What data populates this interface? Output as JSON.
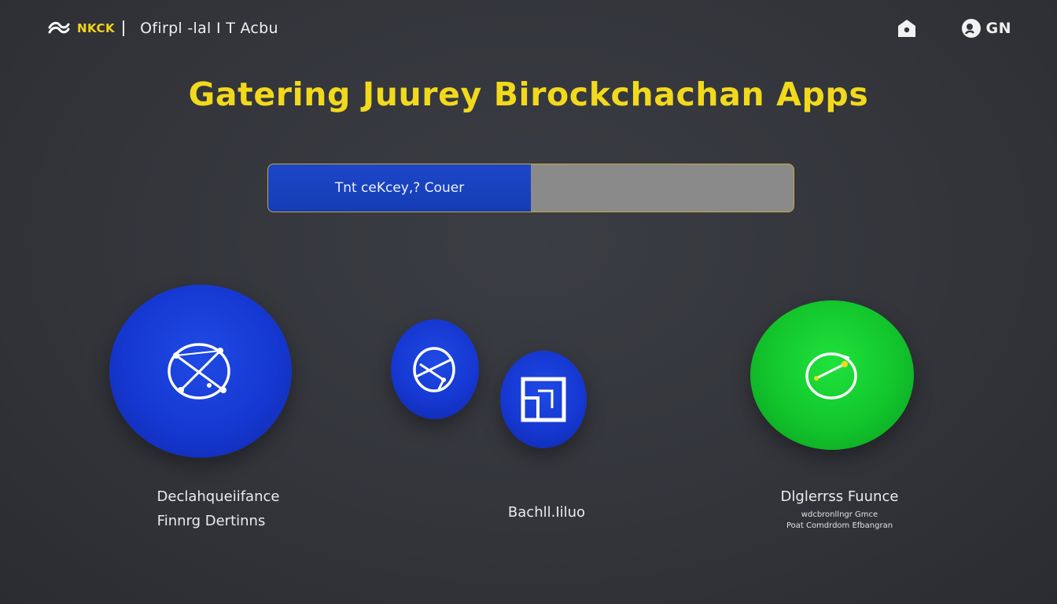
{
  "nav": {
    "brand": "NKCK",
    "tagline": "Ofirpl -lal  I T  Acbu",
    "login_label": "GN"
  },
  "hero": {
    "title": "Gatering  Juurey Birockchachan Apps"
  },
  "cta": {
    "label": "Tnt ceKcey,? Couer",
    "progress_percent": 50
  },
  "features": {
    "item1": {
      "title": "Declahqueiifance",
      "subtitle": "Finnrg Dertinns",
      "icon": "network-node-icon"
    },
    "item2": {
      "title": "Bachll.Iiluo",
      "icon_left": "chart-ring-icon",
      "icon_right": "frame-icon"
    },
    "item3": {
      "title": "Dlglerrss Fuunce",
      "detail_1": "wdcbronllngr Gmce",
      "detail_2": "Poat Comdrdom  Efbangran",
      "icon": "gauge-icon"
    }
  },
  "colors": {
    "accent_yellow": "#f2d91c",
    "primary_blue": "#1638d2",
    "success_green": "#12c52c",
    "background": "#33353b"
  }
}
